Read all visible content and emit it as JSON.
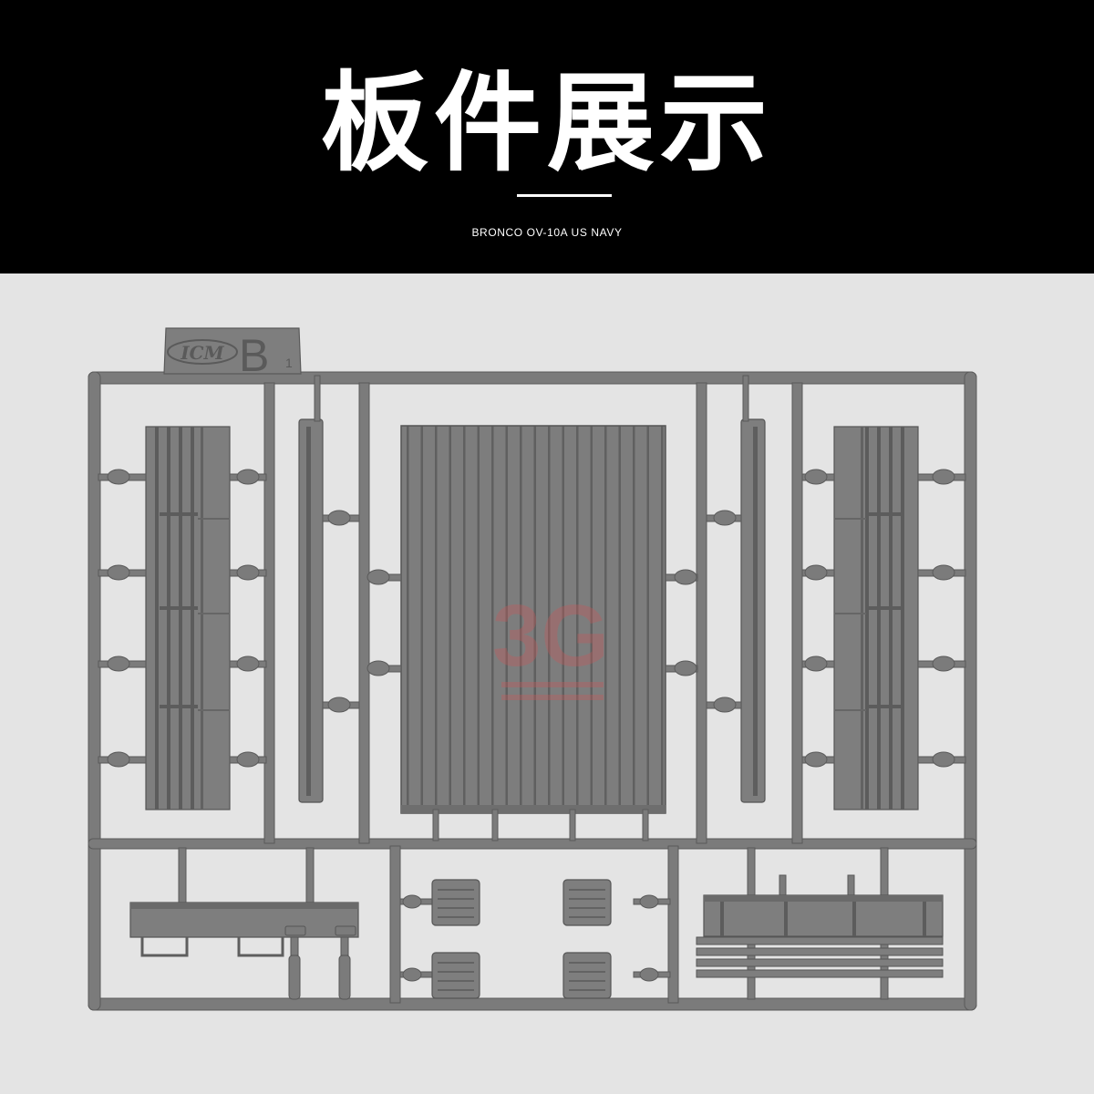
{
  "header": {
    "title": "板件展示",
    "subtitle": "BRONCO OV-10A US NAVY"
  },
  "sprue": {
    "brand_tag": "ICM",
    "sprue_letter": "B",
    "sprue_number": "1",
    "watermark": "3G"
  },
  "colors": {
    "header_bg": "#000000",
    "background": "#e4e4e4",
    "plastic": "#7b7b7b",
    "plastic_dark": "#5e5e5e",
    "watermark": "#c8585a"
  }
}
